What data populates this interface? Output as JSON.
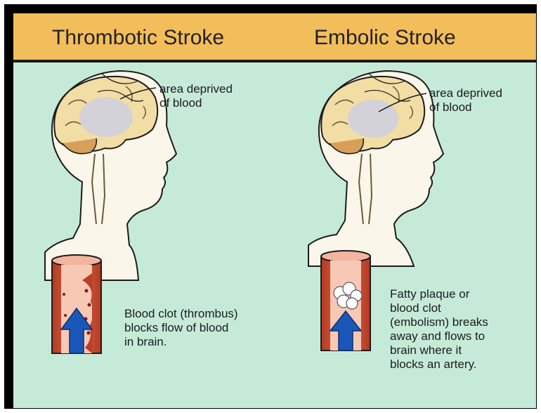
{
  "titles": {
    "thrombotic": "Thrombotic Stroke",
    "embolic": "Embolic Stroke"
  },
  "labels": {
    "left_area": "area deprived\nof blood",
    "right_area": "area deprived\nof blood",
    "thrombus": "Blood clot (thrombus)\nblocks flow of blood\nin brain.",
    "embolism": "Fatty plaque or\nblood clot\n(embolism) breaks\naway and flows to\nbrain where it\nblocks an artery."
  },
  "colors": {
    "header": "#f2bd5b",
    "background": "#c6ead8",
    "brain": "#f2dda4",
    "deprived_area": "#d2d2d8",
    "artery": "#cc4a30",
    "arrow": "#1a57b8"
  }
}
